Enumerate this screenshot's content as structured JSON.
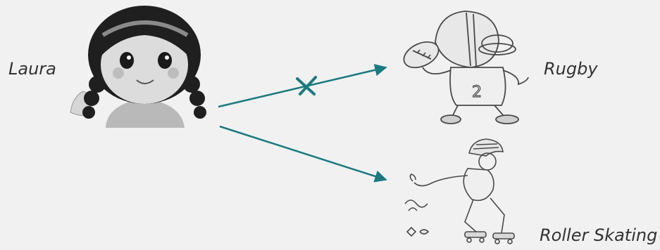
{
  "people": [
    {
      "name": "Laura",
      "icon": "girl-avatar-icon"
    }
  ],
  "activities": [
    {
      "name": "Rugby",
      "icon": "rugby-player-icon",
      "liked": false
    },
    {
      "name": "Roller Skating",
      "icon": "roller-skater-icon",
      "liked": true
    }
  ],
  "colors": {
    "arrow": "#1a7a80",
    "cross": "#1a7a80",
    "background": "#f1f1f1"
  }
}
